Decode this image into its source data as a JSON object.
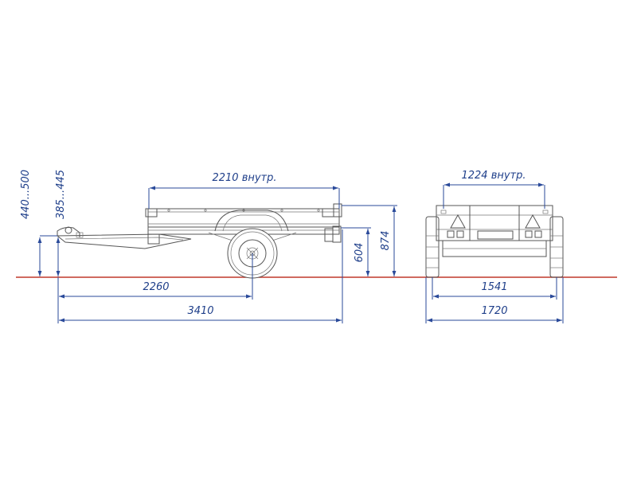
{
  "dimensions": {
    "inner_length": "2210 внутр.",
    "inner_width": "1224 внутр.",
    "hitch_range_high": "440...500",
    "hitch_range_low": "385...445",
    "axle_distance": "2260",
    "overall_length": "3410",
    "body_height": "604",
    "overall_height": "874",
    "track_width": "1541",
    "overall_width": "1720"
  },
  "colors": {
    "dimension": "#2a4a9a",
    "ground": "#c0392b",
    "outline": "#555555"
  }
}
